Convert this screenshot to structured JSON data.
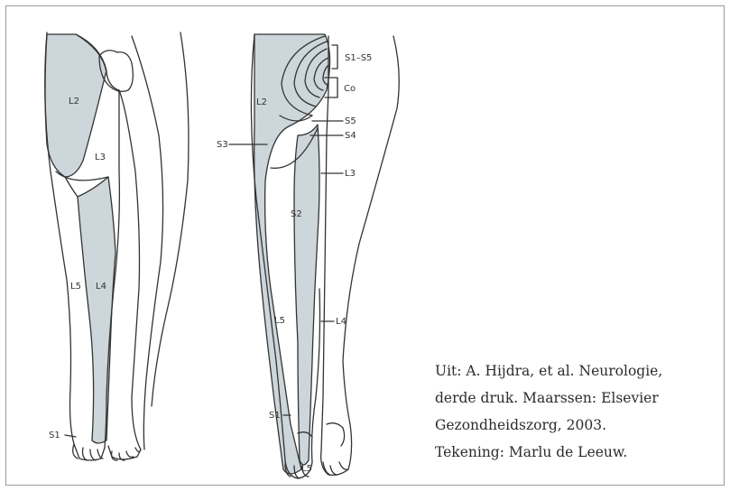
{
  "labels": {
    "front": {
      "l2": "L2",
      "l3": "L3",
      "l5": "L5",
      "l4": "L4",
      "s1": "S1"
    },
    "back": {
      "s1s5": "S1–S5",
      "co": "Co",
      "l2": "L2",
      "s5": "S5",
      "s3": "S3",
      "s4": "S4",
      "l3": "L3",
      "s2": "S2",
      "l5": "L5",
      "l4": "L4",
      "s1": "S1",
      "l5b": "L5"
    }
  },
  "caption": {
    "line1": "Uit: A. Hijdra, et al. Neurologie,",
    "line2": "derde druk. Maarssen: Elsevier",
    "line3": "Gezondheidszorg, 2003.",
    "line4": "Tekening: Marlu de Leeuw."
  },
  "colors": {
    "dermatome_fill": "#cdd6da",
    "outline": "#333333"
  }
}
